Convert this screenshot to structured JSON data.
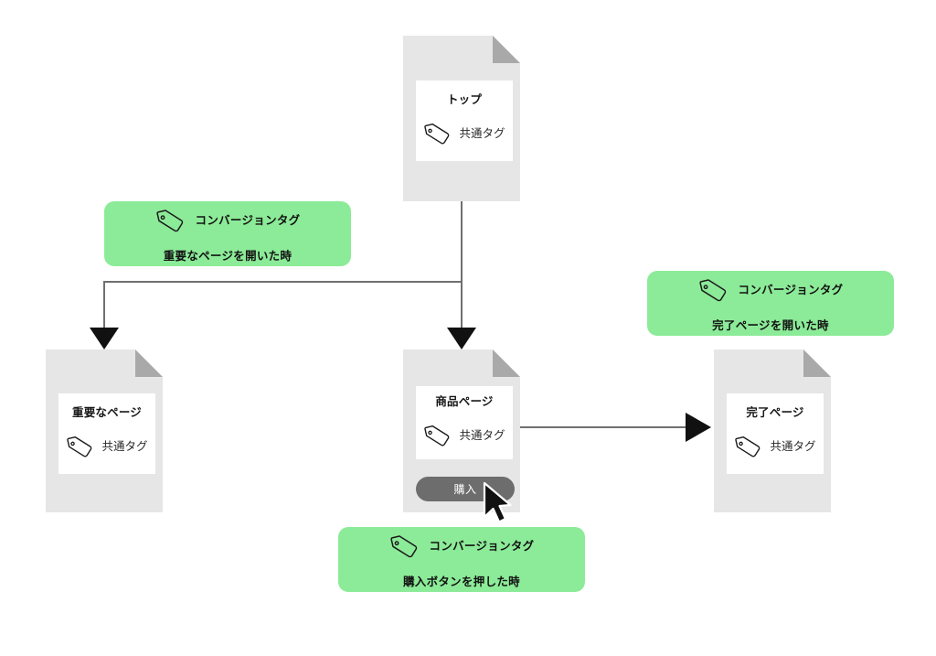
{
  "diagram": {
    "type": "tag-implementation-flow",
    "colors": {
      "page_body": "#e6e6e6",
      "page_fold": "#a9a9a9",
      "page_inner": "#ffffff",
      "callout_green": "#8ceb98",
      "connector_line": "#6f6f6f",
      "arrow_head": "#111111",
      "button_fill": "#6d6d6d",
      "button_text": "#ffffff",
      "background": "#ffffff"
    },
    "common_tag_label": "共通タグ",
    "tag_icon_name": "price-tag-icon"
  },
  "pages": [
    {
      "id": "top",
      "title": "トップ",
      "tag_label": "共通タグ",
      "tag_icon": "price-tag-icon",
      "has_button": false
    },
    {
      "id": "important",
      "title": "重要なページ",
      "tag_label": "共通タグ",
      "tag_icon": "price-tag-icon",
      "has_button": false
    },
    {
      "id": "product",
      "title": "商品ページ",
      "tag_label": "共通タグ",
      "tag_icon": "price-tag-icon",
      "has_button": true,
      "button_label": "購入"
    },
    {
      "id": "complete",
      "title": "完了ページ",
      "tag_label": "共通タグ",
      "tag_icon": "price-tag-icon",
      "has_button": false
    }
  ],
  "callouts": [
    {
      "id": "important-page-open",
      "title": "コンバージョンタグ",
      "subtitle": "重要なページを開いた時",
      "tag_icon": "price-tag-icon"
    },
    {
      "id": "complete-page-open",
      "title": "コンバージョンタグ",
      "subtitle": "完了ページを開いた時",
      "tag_icon": "price-tag-icon"
    },
    {
      "id": "buy-button-pressed",
      "title": "コンバージョンタグ",
      "subtitle": "購入ボタンを押した時",
      "tag_icon": "price-tag-icon"
    }
  ],
  "connectors": [
    {
      "id": "top-to-important",
      "from": "top",
      "to": "important",
      "style": "elbow",
      "arrow": "down"
    },
    {
      "id": "top-to-product",
      "from": "top",
      "to": "product",
      "style": "straight",
      "arrow": "down"
    },
    {
      "id": "product-to-complete",
      "from": "product",
      "to": "complete",
      "style": "straight",
      "arrow": "right"
    }
  ],
  "cursor": {
    "id": "mouse-pointer",
    "icon": "cursor-arrow-icon",
    "target": "購入"
  }
}
